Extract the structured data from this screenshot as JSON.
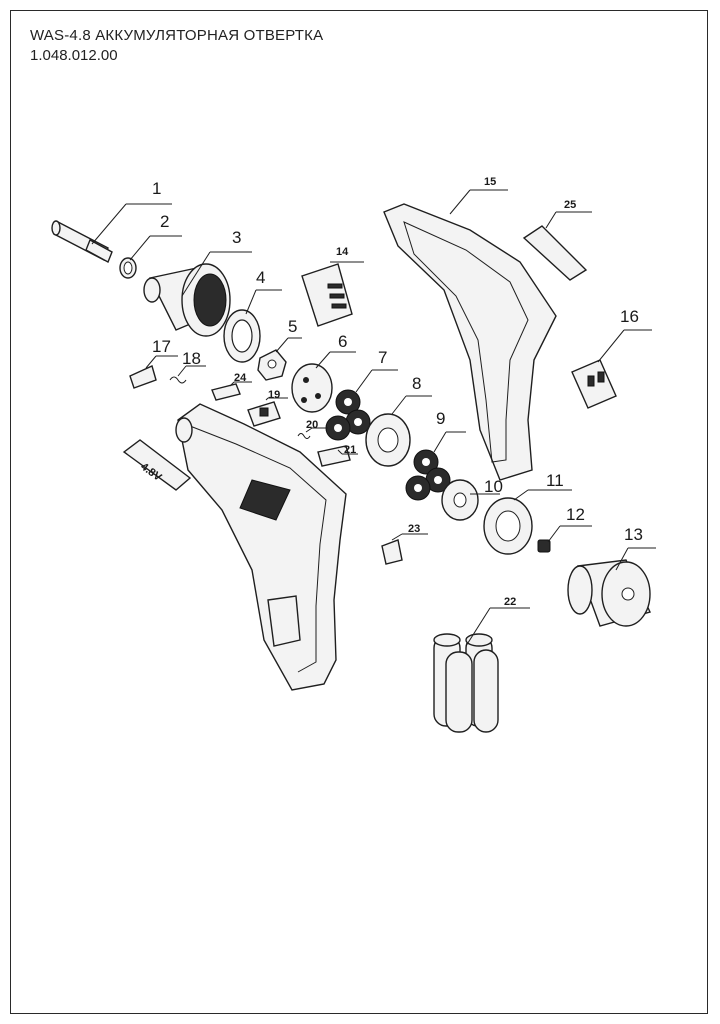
{
  "document": {
    "title": "WAS-4.8 АККУМУЛЯТОРНАЯ ОТВЕРТКА",
    "code": "1.048.012.00"
  },
  "callouts": [
    "1",
    "2",
    "3",
    "4",
    "5",
    "6",
    "7",
    "8",
    "9",
    "10",
    "11",
    "12",
    "13",
    "14",
    "15",
    "16",
    "17",
    "18",
    "19",
    "20",
    "21",
    "22",
    "23",
    "24",
    "25"
  ],
  "badge_text": "4.8V",
  "colors": {
    "line": "#1f1f1f",
    "fill": "#f3f3f3",
    "dark": "#2b2b2b"
  }
}
